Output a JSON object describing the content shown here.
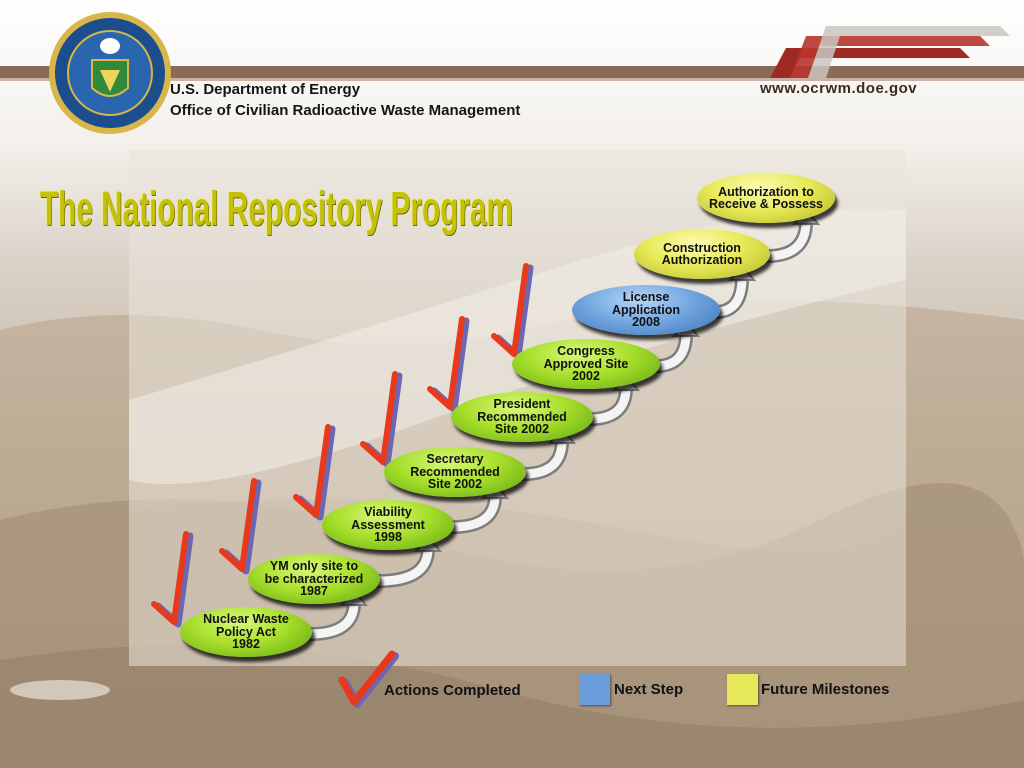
{
  "header": {
    "org_line1": "U.S. Department of Energy",
    "org_line2": "Office of Civilian Radioactive Waste Management",
    "url": "www.ocrwm.doe.gov",
    "seal_icon": "doe-seal-icon",
    "logo_icon": "ocrwm-logo-icon"
  },
  "title": "The National Repository Program",
  "milestones": [
    {
      "label": "Nuclear Waste\nPolicy Act\n1982",
      "status": "completed"
    },
    {
      "label": "YM only site to\nbe characterized\n1987",
      "status": "completed"
    },
    {
      "label": "Viability\nAssessment\n1998",
      "status": "completed"
    },
    {
      "label": "Secretary\nRecommended\nSite 2002",
      "status": "completed"
    },
    {
      "label": "President\nRecommended\nSite 2002",
      "status": "completed"
    },
    {
      "label": "Congress\nApproved Site\n2002",
      "status": "completed"
    },
    {
      "label": "License\nApplication\n2008",
      "status": "next"
    },
    {
      "label": "Construction\nAuthorization",
      "status": "future"
    },
    {
      "label": "Authorization to\nReceive & Possess",
      "status": "future"
    }
  ],
  "legend": {
    "completed": "Actions Completed",
    "next": "Next Step",
    "future": "Future Milestones"
  },
  "colors": {
    "completed": "#8fd11f",
    "next": "#6a9fdc",
    "future": "#e6e85a",
    "check": "#e8391c",
    "title": "#c4c10a",
    "stripe": "#8a6a58"
  },
  "icons": {
    "check": "checkmark-icon",
    "arrow": "curved-arrow-icon"
  }
}
